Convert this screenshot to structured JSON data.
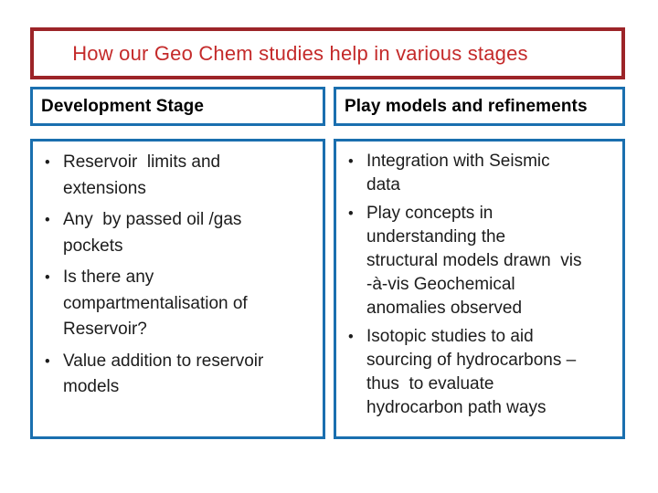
{
  "slide": {
    "title": "How our Geo Chem studies help in various stages",
    "columns": [
      {
        "header": "Development Stage",
        "bullets": [
          "Reservoir  limits and\nextensions",
          "Any  by passed oil /gas\npockets",
          "Is there any\ncompartmentalisation of\nReservoir?",
          "Value addition to reservoir\nmodels"
        ]
      },
      {
        "header": "Play models and refinements",
        "bullets": [
          "Integration with Seismic\ndata",
          "Play concepts in\nunderstanding the\nstructural models drawn  vis\n-à-vis Geochemical\nanomalies observed",
          "Isotopic studies to aid\nsourcing of hydrocarbons –\nthus  to evaluate\nhydrocarbon path ways"
        ]
      }
    ],
    "colors": {
      "title_text": "#C42A2A",
      "title_border": "#9C2428",
      "box_border": "#1A6FAF",
      "body_text": "#1C1C1C",
      "background": "#FFFFFF"
    }
  },
  "icons": {
    "bullet": "•"
  }
}
